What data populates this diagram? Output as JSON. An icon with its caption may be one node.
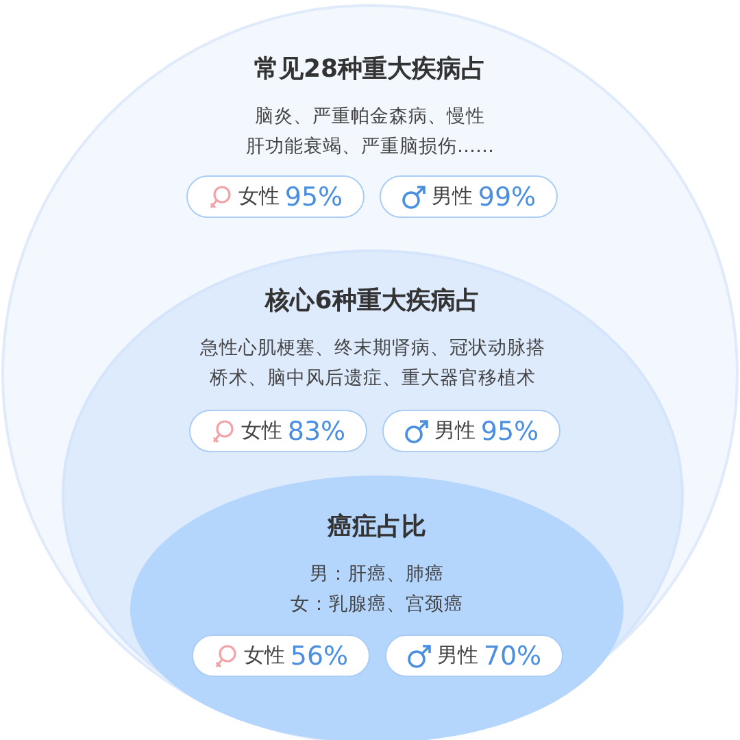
{
  "diagram": {
    "nodes": [
      {
        "text": [
          "常见28种重大疾病占",
          "脑炎、严重帕金森病、慢性肝功能衰竭、严重脑损伤……"
        ]
      },
      {
        "text": [
          "女性",
          "95%"
        ],
        "in": 0
      },
      {
        "text": [
          "男性",
          "99%"
        ],
        "in": 0
      },
      {
        "text": [
          "核心6种重大疾病占",
          "急性心肌梗塞、终末期肾病、冠状动脉搭桥术、脑中风后遗症、重大器官移植术"
        ],
        "in": 0
      },
      {
        "text": [
          "女性",
          "83%"
        ],
        "in": 3
      },
      {
        "text": [
          "男性",
          "95%"
        ],
        "in": 3
      },
      {
        "text": [
          "癌症占比",
          "男：肝癌、肺癌",
          "女：乳腺癌、宫颈癌"
        ],
        "in": 3
      },
      {
        "text": [
          "女性",
          "56%"
        ],
        "in": 6
      },
      {
        "text": [
          "男性",
          "70%"
        ],
        "in": 6
      }
    ]
  }
}
